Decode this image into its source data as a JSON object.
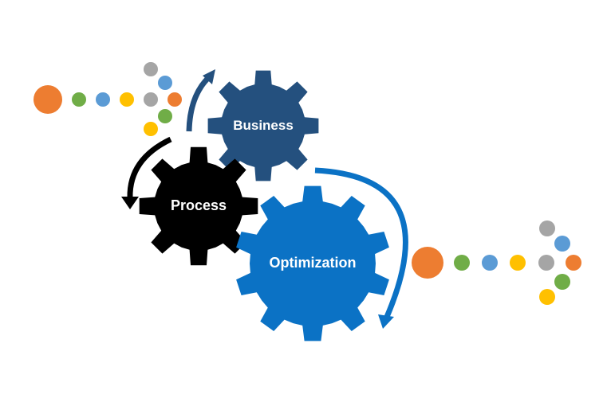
{
  "gears": [
    {
      "id": "business",
      "label": "Business",
      "color": "#24507E"
    },
    {
      "id": "process",
      "label": "Process",
      "color": "#000000"
    },
    {
      "id": "optimization",
      "label": "Optimization",
      "color": "#0B72C5"
    }
  ],
  "arrows": [
    {
      "id": "business-arrow",
      "color": "#24507E"
    },
    {
      "id": "process-arrow",
      "color": "#000000"
    },
    {
      "id": "optimization-arrow",
      "color": "#0B72C5"
    }
  ],
  "dot_trails": [
    {
      "id": "left-trail",
      "dots": [
        "orange",
        "green",
        "blue",
        "yellow",
        "gray",
        "orange",
        "blue",
        "green",
        "gray",
        "yellow"
      ]
    },
    {
      "id": "right-trail",
      "dots": [
        "orange",
        "green",
        "blue",
        "yellow",
        "gray",
        "orange",
        "blue",
        "green",
        "gray",
        "yellow"
      ]
    }
  ],
  "palette": {
    "orange": "#ED7D31",
    "green": "#70AD47",
    "blue": "#5B9BD5",
    "yellow": "#FFC000",
    "gray": "#A5A5A5"
  }
}
